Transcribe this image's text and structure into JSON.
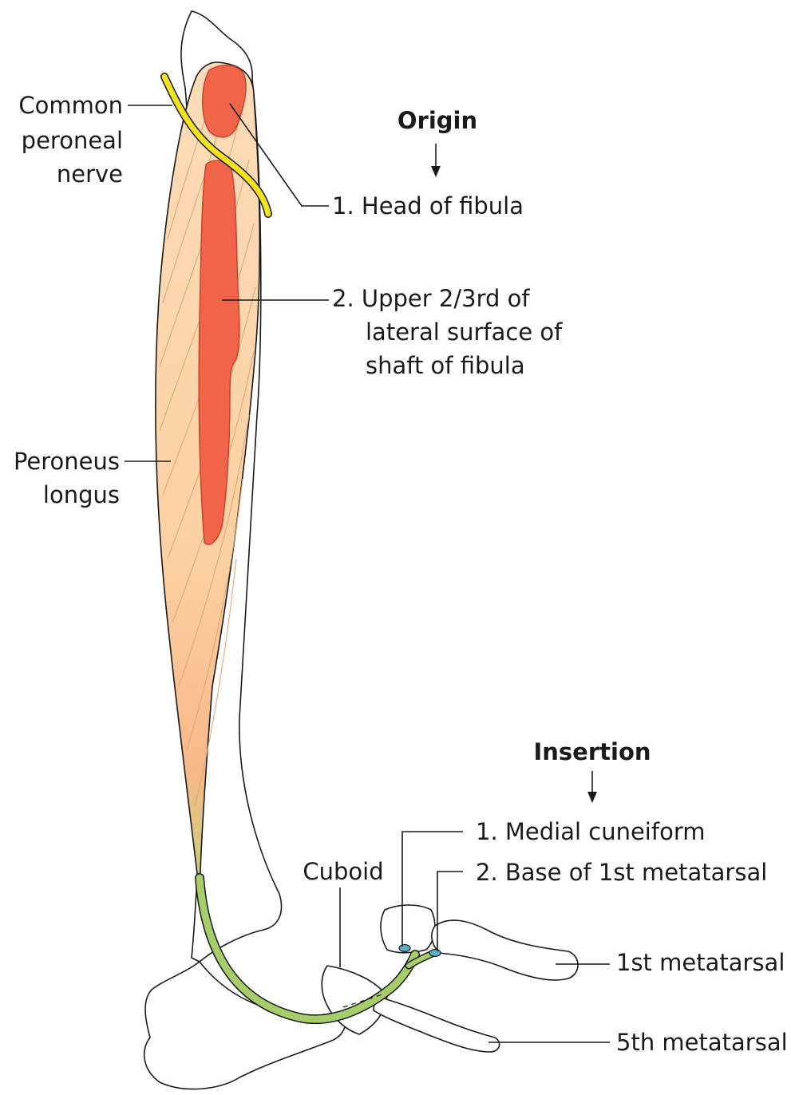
{
  "origin": {
    "heading": "Origin",
    "items": [
      "1. Head of fibula",
      "2. Upper 2/3rd of",
      "lateral surface of",
      "shaft of fibula"
    ]
  },
  "insertion": {
    "heading": "Insertion",
    "items": [
      "1. Medial cuneiform",
      "2. Base of 1st metatarsal"
    ]
  },
  "labels": {
    "nerve": [
      "Common",
      "peroneal",
      "nerve"
    ],
    "muscle": [
      "Peroneus",
      "longus"
    ],
    "cuboid": "Cuboid",
    "first_metatarsal": "1st metatarsal",
    "fifth_metatarsal": "5th metatarsal"
  },
  "colors": {
    "muscle_fill": "#fcd3a8",
    "origin_area": "#f0654a",
    "nerve": "#f2e31e",
    "tendon": "#a7cc6a",
    "insertion_point": "#5bb0c8"
  }
}
